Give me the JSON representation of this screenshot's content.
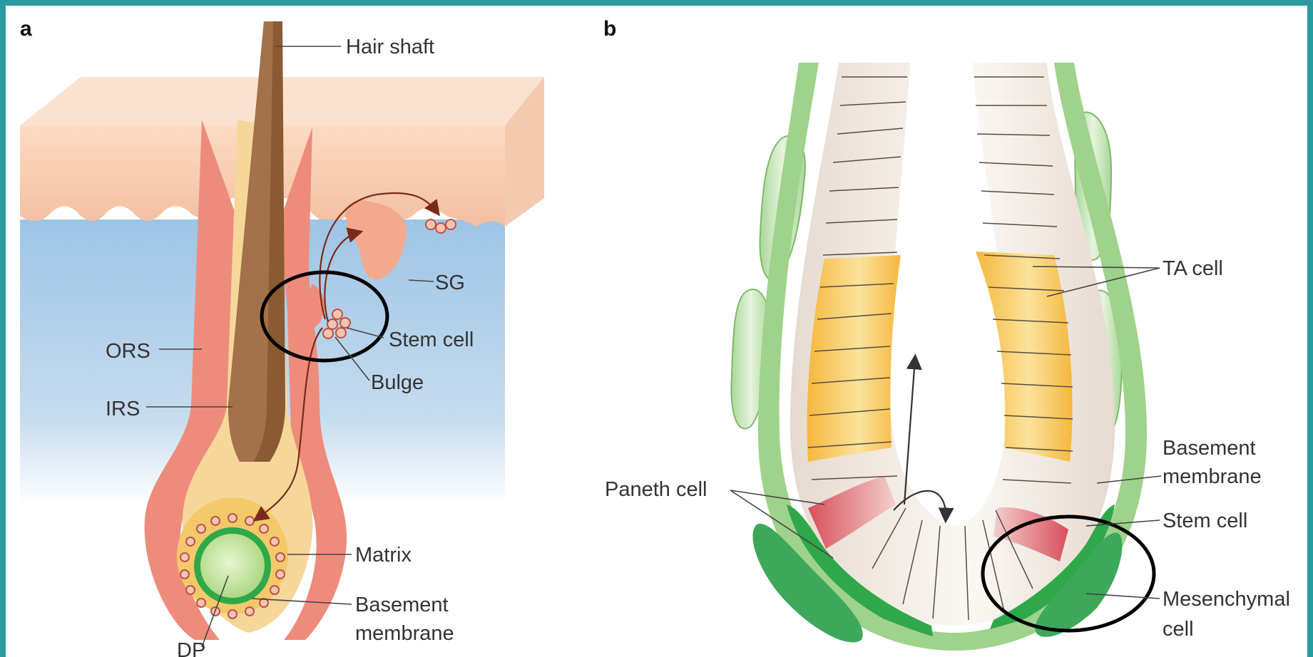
{
  "colors": {
    "frame": "#2a9a9e",
    "epidermis": "#f6c6a4",
    "dermis_top": "#9ec4e4",
    "dermis_bottom": "#ffffff",
    "ors": "#ee8c7c",
    "irs": "#f6d79a",
    "hair_shaft": "#8b5a32",
    "basement_green": "#2fa84a",
    "dermal_papilla": "#c5e49a",
    "ta_cell": "#f6c75a",
    "epithelium": "#f2ebe4",
    "paneth_red": "#d9606a",
    "mesenchyme": "#bfe3a8",
    "highlight_circle": "#000000"
  },
  "panel_a": {
    "panel_label": "a",
    "labels": {
      "hair_shaft": "Hair shaft",
      "sg": "SG",
      "stem_cell": "Stem cell",
      "bulge": "Bulge",
      "ors": "ORS",
      "irs": "IRS",
      "matrix": "Matrix",
      "basement_membrane_1": "Basement",
      "basement_membrane_2": "membrane",
      "dp": "DP"
    }
  },
  "panel_b": {
    "panel_label": "b",
    "labels": {
      "ta_cell": "TA cell",
      "paneth_cell": "Paneth cell",
      "basement_membrane_1": "Basement",
      "basement_membrane_2": "membrane",
      "stem_cell": "Stem cell",
      "mesenchymal_cell_1": "Mesenchymal",
      "mesenchymal_cell_2": "cell"
    }
  }
}
